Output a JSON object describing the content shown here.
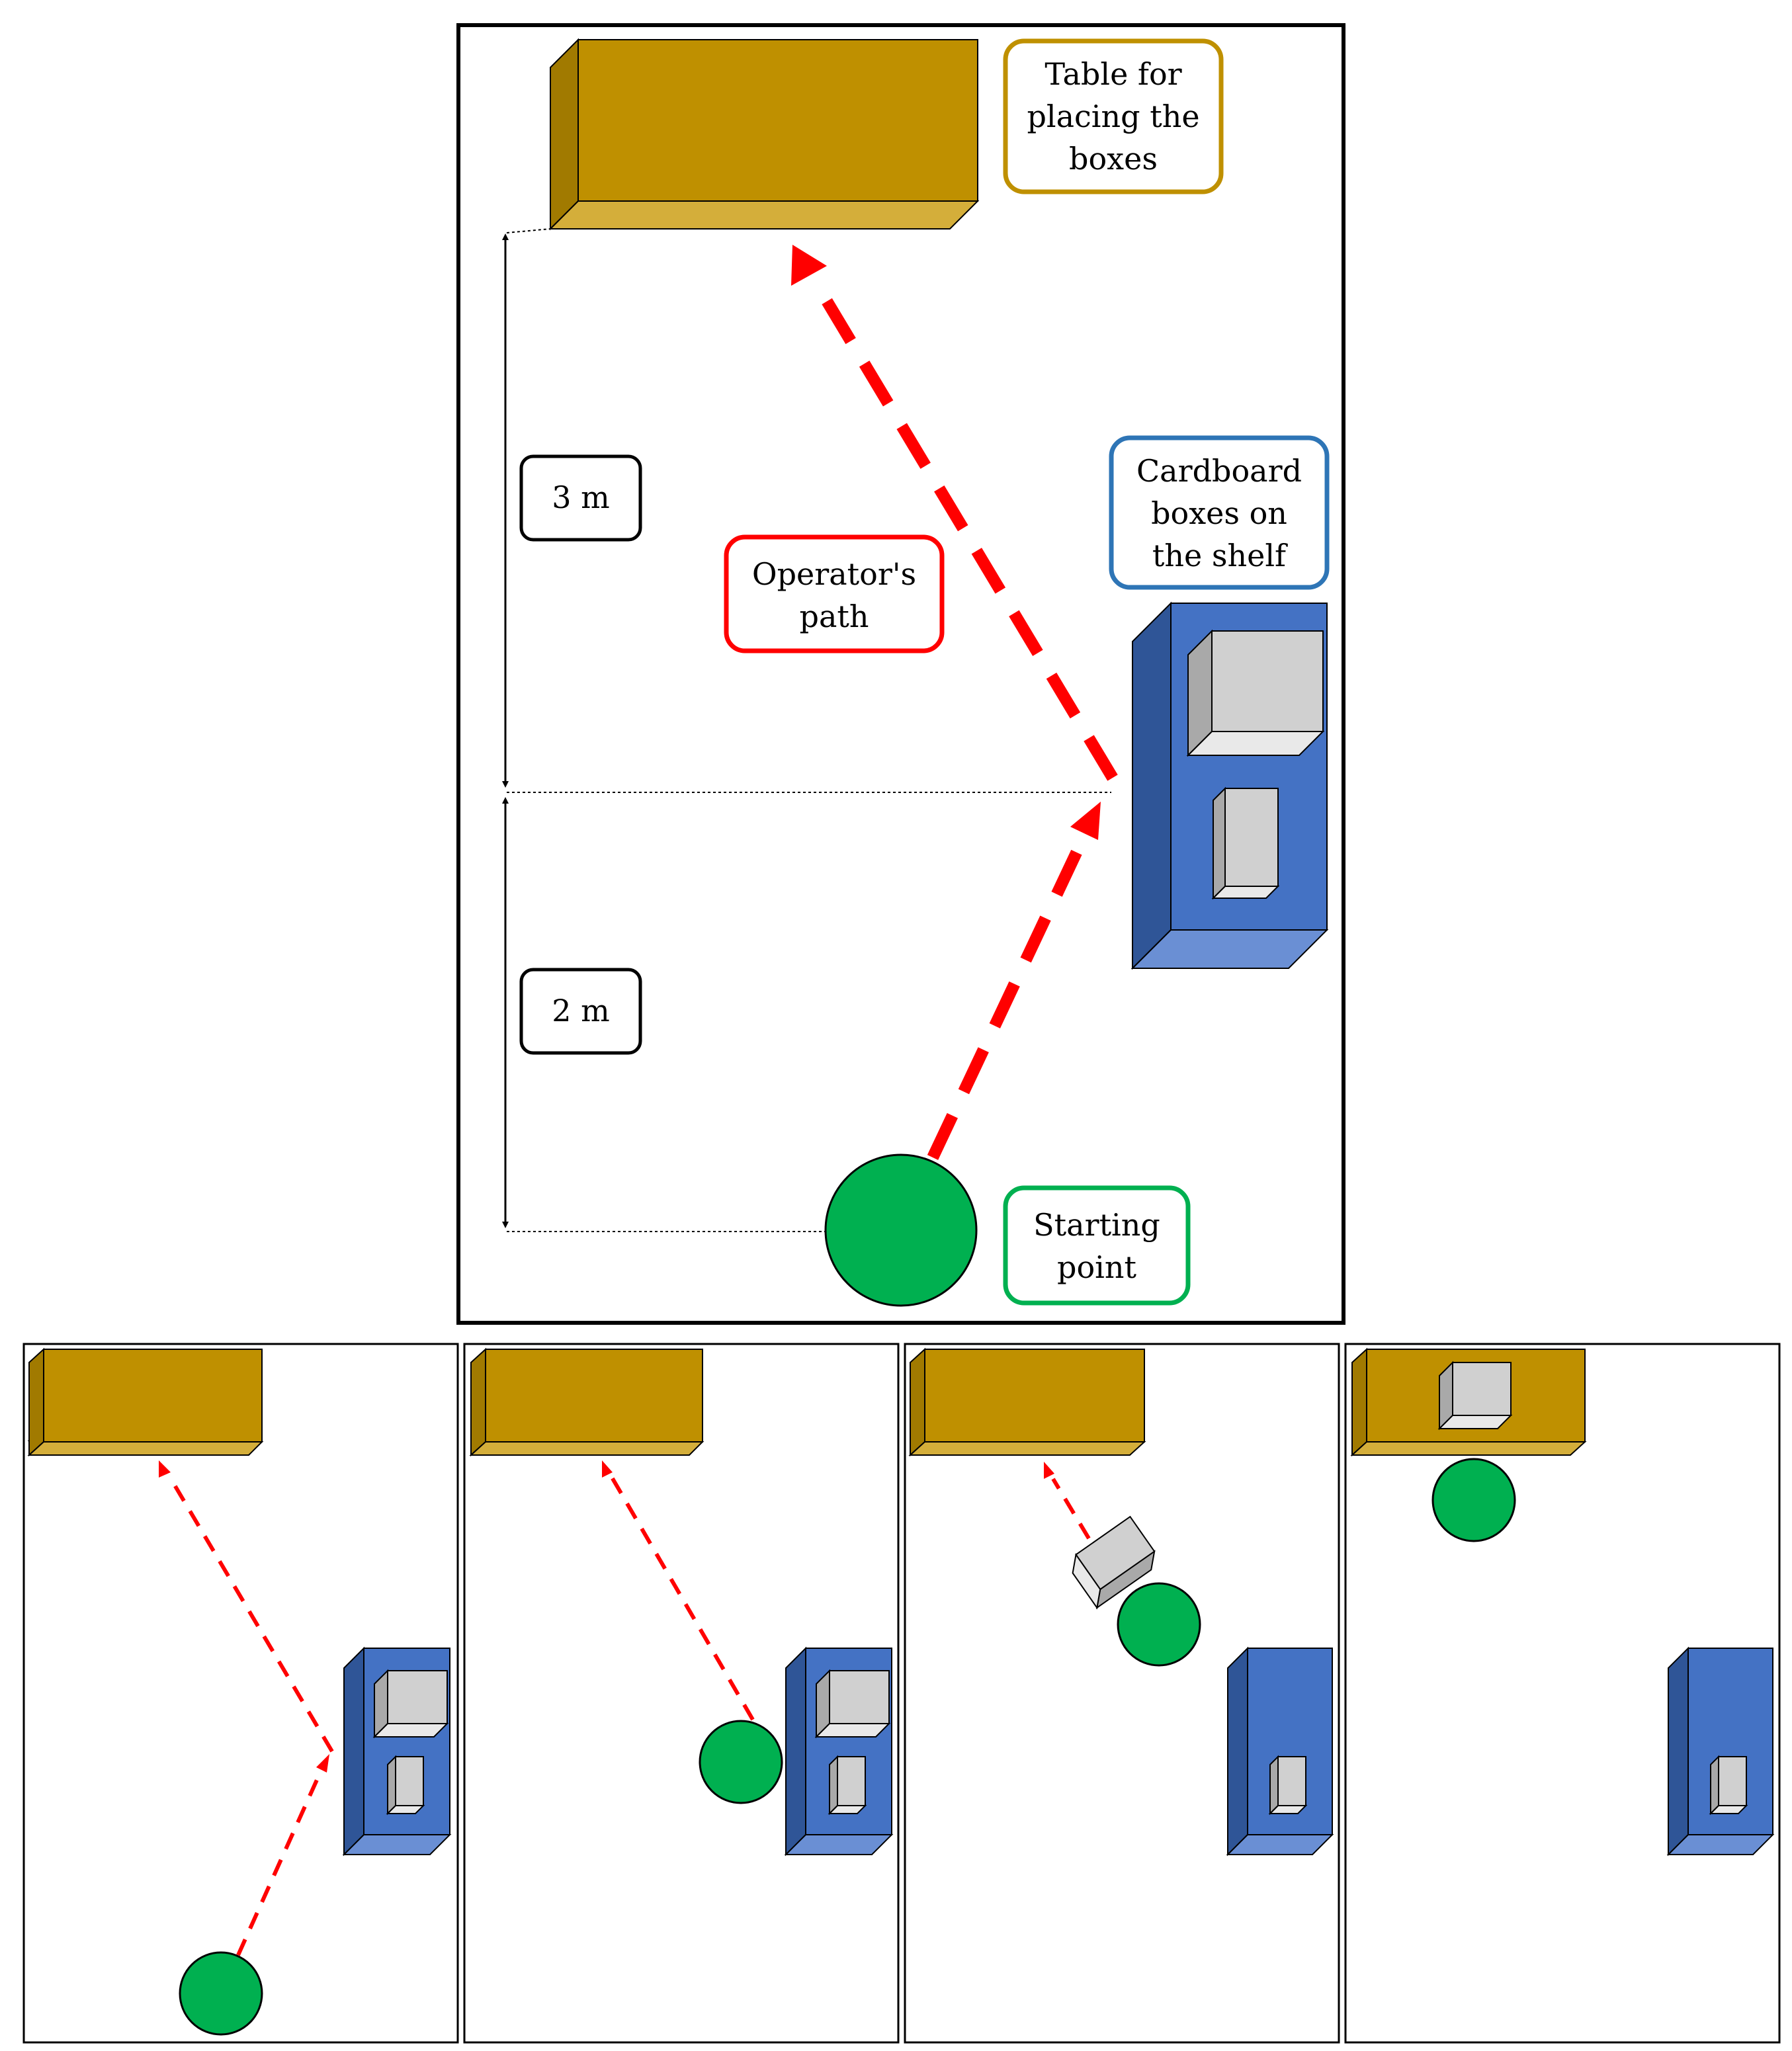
{
  "colors": {
    "table_front": "#BF9000",
    "table_side": "#A17A00",
    "table_bottom": "#D4AE3A",
    "shelf_front": "#4472C4",
    "shelf_side": "#2F5597",
    "shelf_bottom": "#6A8FD4",
    "box_front": "#D0D0D0",
    "box_side": "#A9A9A9",
    "box_top": "#E9E9E9",
    "operator": "#00B050",
    "path": "#FF0000",
    "label_table_border": "#BF9000",
    "label_shelf_border": "#2E75B6",
    "label_path_border": "#FF0000",
    "label_start_border": "#00B050"
  },
  "main_diagram": {
    "labels": {
      "table": [
        "Table for",
        "placing the",
        "boxes"
      ],
      "shelf": [
        "Cardboard",
        "boxes on",
        "the shelf"
      ],
      "path": [
        "Operator's",
        "path"
      ],
      "start": [
        "Starting",
        "point"
      ]
    },
    "distances": {
      "upper": "3 m",
      "lower": "2 m"
    }
  },
  "sequence_panels": [
    {
      "step": 1,
      "operator_position": "start",
      "boxes_on_shelf": 2,
      "boxes_on_table": 0,
      "carrying_box": false,
      "path_shown": "full"
    },
    {
      "step": 2,
      "operator_position": "shelf",
      "boxes_on_shelf": 2,
      "boxes_on_table": 0,
      "carrying_box": false,
      "path_shown": "shelf-to-table"
    },
    {
      "step": 3,
      "operator_position": "en-route",
      "boxes_on_shelf": 1,
      "boxes_on_table": 0,
      "carrying_box": true,
      "path_shown": "remaining"
    },
    {
      "step": 4,
      "operator_position": "table",
      "boxes_on_shelf": 1,
      "boxes_on_table": 1,
      "carrying_box": false,
      "path_shown": "none"
    }
  ]
}
